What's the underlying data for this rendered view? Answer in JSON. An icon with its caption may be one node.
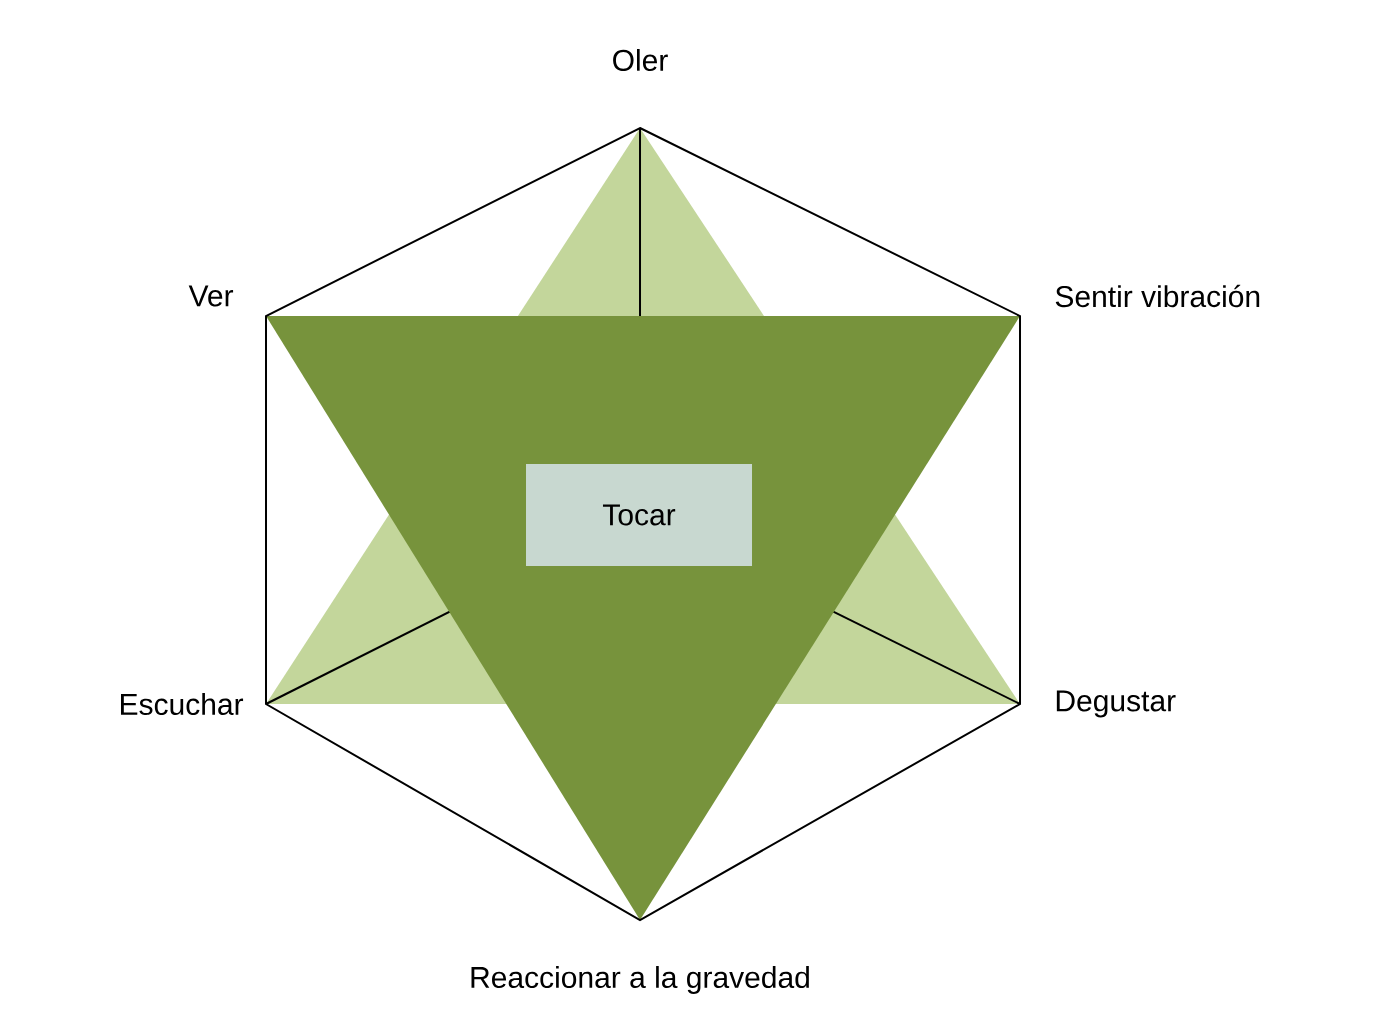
{
  "diagram": {
    "nodes": [
      {
        "text": [
          "Tocar"
        ]
      }
    ],
    "labels": [
      "Oler",
      "Ver",
      "Sentir vibración",
      "Escuchar",
      "Degustar",
      "Reaccionar a la gravedad"
    ]
  }
}
